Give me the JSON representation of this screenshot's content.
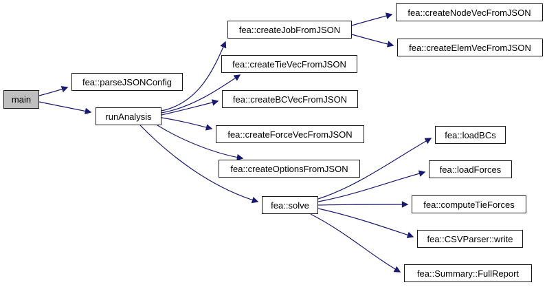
{
  "diagram": {
    "kind": "call-graph",
    "edge_color": "#191970",
    "node_fill": "#ffffff",
    "node_border_color": "#17171c",
    "highlight_fill": "#bfbfbf",
    "text_color": "#000000"
  },
  "nodes": [
    {
      "id": "main",
      "label": "main",
      "highlighted": true
    },
    {
      "id": "parse-json-config",
      "label": "fea::parseJSONConfig"
    },
    {
      "id": "run-analysis",
      "label": "runAnalysis"
    },
    {
      "id": "create-job-from-json",
      "label": "fea::createJobFromJSON"
    },
    {
      "id": "create-node-vec-from-json",
      "label": "fea::createNodeVecFromJSON"
    },
    {
      "id": "create-elem-vec-from-json",
      "label": "fea::createElemVecFromJSON"
    },
    {
      "id": "create-tie-vec-from-json",
      "label": "fea::createTieVecFromJSON"
    },
    {
      "id": "create-bc-vec-from-json",
      "label": "fea::createBCVecFromJSON"
    },
    {
      "id": "create-force-vec-from-json",
      "label": "fea::createForceVecFromJSON"
    },
    {
      "id": "create-options-from-json",
      "label": "fea::createOptionsFromJSON"
    },
    {
      "id": "solve",
      "label": "fea::solve"
    },
    {
      "id": "load-bcs",
      "label": "fea::loadBCs"
    },
    {
      "id": "load-forces",
      "label": "fea::loadForces"
    },
    {
      "id": "compute-tie-forces",
      "label": "fea::computeTieForces"
    },
    {
      "id": "csv-parser-write",
      "label": "fea::CSVParser::write"
    },
    {
      "id": "summary-full-report",
      "label": "fea::Summary::FullReport"
    }
  ],
  "edges": [
    {
      "from": "main",
      "to": "fea::parseJSONConfig"
    },
    {
      "from": "main",
      "to": "runAnalysis"
    },
    {
      "from": "runAnalysis",
      "to": "fea::createJobFromJSON"
    },
    {
      "from": "runAnalysis",
      "to": "fea::createTieVecFromJSON"
    },
    {
      "from": "runAnalysis",
      "to": "fea::createBCVecFromJSON"
    },
    {
      "from": "runAnalysis",
      "to": "fea::createForceVecFromJSON"
    },
    {
      "from": "runAnalysis",
      "to": "fea::createOptionsFromJSON"
    },
    {
      "from": "runAnalysis",
      "to": "fea::solve"
    },
    {
      "from": "fea::createJobFromJSON",
      "to": "fea::createNodeVecFromJSON"
    },
    {
      "from": "fea::createJobFromJSON",
      "to": "fea::createElemVecFromJSON"
    },
    {
      "from": "fea::solve",
      "to": "fea::loadBCs"
    },
    {
      "from": "fea::solve",
      "to": "fea::loadForces"
    },
    {
      "from": "fea::solve",
      "to": "fea::computeTieForces"
    },
    {
      "from": "fea::solve",
      "to": "fea::CSVParser::write"
    },
    {
      "from": "fea::solve",
      "to": "fea::Summary::FullReport"
    }
  ]
}
